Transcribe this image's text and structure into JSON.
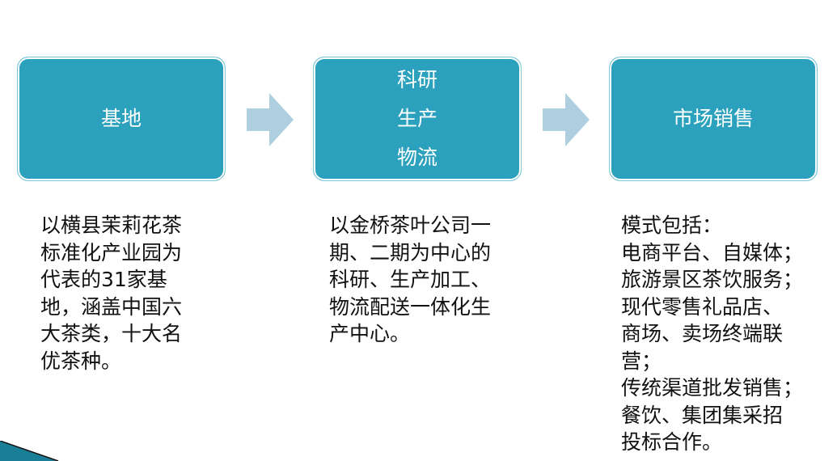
{
  "steps": [
    {
      "title_lines": [
        "基地"
      ],
      "description": "以横县茉莉花茶\n标准化产业园为\n代表的31家基\n地，涵盖中国六\n大茶类，十大名\n优茶种。"
    },
    {
      "title_lines": [
        "科研",
        "生产",
        "物流"
      ],
      "description": "以金桥茶叶公司一\n期、二期为中心的\n科研、生产加工、\n物流配送一体化生\n产中心。"
    },
    {
      "title_lines": [
        "市场销售"
      ],
      "description": "模式包括：\n电商平台、自媒体；\n旅游景区茶饮服务；\n现代零售礼品店、\n商场、卖场终端联\n营；\n传统渠道批发销售；\n餐饮、集团集采招\n投标合作。"
    }
  ],
  "colors": {
    "box": "#2ca1bd",
    "arrow": "#aecfdf",
    "text": "#111111"
  }
}
